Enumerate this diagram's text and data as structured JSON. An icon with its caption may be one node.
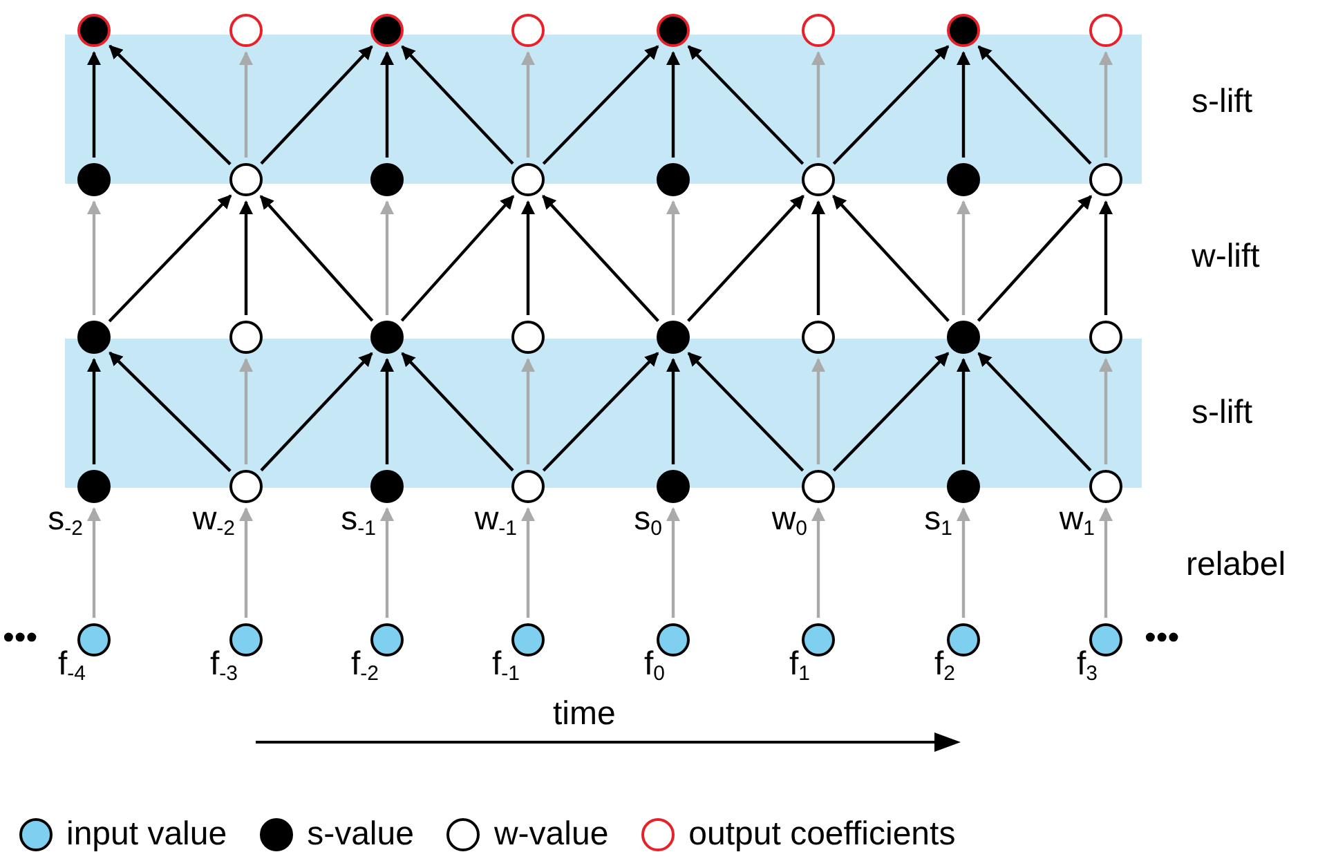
{
  "diagram": {
    "nodes": [
      {
        "text": [],
        "shape": "circle"
      },
      {
        "text": [],
        "shape": "circle"
      },
      {
        "text": [],
        "shape": "circle"
      },
      {
        "text": [],
        "shape": "circle"
      },
      {
        "text": [],
        "shape": "circle"
      },
      {
        "text": [],
        "shape": "circle"
      },
      {
        "text": [],
        "shape": "circle"
      },
      {
        "text": [],
        "shape": "circle"
      },
      {
        "text": [],
        "shape": "circle"
      },
      {
        "text": [],
        "shape": "circle"
      },
      {
        "text": [],
        "shape": "circle"
      },
      {
        "text": [],
        "shape": "circle"
      },
      {
        "text": [],
        "shape": "circle"
      },
      {
        "text": [],
        "shape": "circle"
      },
      {
        "text": [],
        "shape": "circle"
      },
      {
        "text": [],
        "shape": "circle"
      },
      {
        "text": [],
        "shape": "circle"
      },
      {
        "text": [],
        "shape": "circle"
      },
      {
        "text": [],
        "shape": "circle"
      },
      {
        "text": [],
        "shape": "circle"
      },
      {
        "text": [],
        "shape": "circle"
      },
      {
        "text": [],
        "shape": "circle"
      },
      {
        "text": [],
        "shape": "circle"
      },
      {
        "text": [],
        "shape": "circle"
      },
      {
        "text": [],
        "shape": "circle",
        "beside": [
          "s$_{-2}$"
        ]
      },
      {
        "text": [],
        "shape": "circle",
        "beside": [
          "w$_{-2}$"
        ]
      },
      {
        "text": [],
        "shape": "circle",
        "beside": [
          "s$_{-1}$"
        ]
      },
      {
        "text": [],
        "shape": "circle",
        "beside": [
          "w$_{-1}$"
        ]
      },
      {
        "text": [],
        "shape": "circle",
        "beside": [
          "s$_{0}$"
        ]
      },
      {
        "text": [],
        "shape": "circle",
        "beside": [
          "w$_{0}$"
        ]
      },
      {
        "text": [],
        "shape": "circle",
        "beside": [
          "s$_{1}$"
        ]
      },
      {
        "text": [],
        "shape": "circle",
        "beside": [
          "w$_{1}$"
        ]
      },
      {
        "text": [],
        "shape": "circle",
        "beside": [
          "f$_{-4}$"
        ]
      },
      {
        "text": [],
        "shape": "circle",
        "beside": [
          "f$_{-3}$"
        ]
      },
      {
        "text": [],
        "shape": "circle",
        "beside": [
          "f$_{-2}$"
        ]
      },
      {
        "text": [],
        "shape": "circle",
        "beside": [
          "f$_{-1}$"
        ]
      },
      {
        "text": [],
        "shape": "circle",
        "beside": [
          "f$_{0}$"
        ]
      },
      {
        "text": [],
        "shape": "circle",
        "beside": [
          "f$_{1}$"
        ]
      },
      {
        "text": [],
        "shape": "circle",
        "beside": [
          "f$_{2}$"
        ]
      },
      {
        "text": [],
        "shape": "circle",
        "beside": [
          "f$_{3}$"
        ]
      }
    ],
    "edges": [
      {
        "from": 32,
        "to": 24,
        "arrow": "to",
        "color": "#aaaaaa"
      },
      {
        "from": 33,
        "to": 25,
        "arrow": "to",
        "color": "#aaaaaa"
      },
      {
        "from": 34,
        "to": 26,
        "arrow": "to",
        "color": "#aaaaaa"
      },
      {
        "from": 35,
        "to": 27,
        "arrow": "to",
        "color": "#aaaaaa"
      },
      {
        "from": 36,
        "to": 28,
        "arrow": "to",
        "color": "#aaaaaa"
      },
      {
        "from": 37,
        "to": 29,
        "arrow": "to",
        "color": "#aaaaaa"
      },
      {
        "from": 38,
        "to": 30,
        "arrow": "to",
        "color": "#aaaaaa"
      },
      {
        "from": 39,
        "to": 31,
        "arrow": "to",
        "color": "#aaaaaa"
      },
      {
        "from": 24,
        "to": 16,
        "arrow": "to"
      },
      {
        "from": 25,
        "to": 17,
        "arrow": "to",
        "color": "#aaaaaa"
      },
      {
        "from": 26,
        "to": 18,
        "arrow": "to"
      },
      {
        "from": 27,
        "to": 19,
        "arrow": "to",
        "color": "#aaaaaa"
      },
      {
        "from": 28,
        "to": 20,
        "arrow": "to"
      },
      {
        "from": 29,
        "to": 21,
        "arrow": "to",
        "color": "#aaaaaa"
      },
      {
        "from": 30,
        "to": 22,
        "arrow": "to"
      },
      {
        "from": 31,
        "to": 23,
        "arrow": "to",
        "color": "#aaaaaa"
      },
      {
        "from": 25,
        "to": 16,
        "arrow": "to"
      },
      {
        "from": 25,
        "to": 18,
        "arrow": "to"
      },
      {
        "from": 27,
        "to": 18,
        "arrow": "to"
      },
      {
        "from": 27,
        "to": 20,
        "arrow": "to"
      },
      {
        "from": 29,
        "to": 20,
        "arrow": "to"
      },
      {
        "from": 29,
        "to": 22,
        "arrow": "to"
      },
      {
        "from": 31,
        "to": 22,
        "arrow": "to"
      },
      {
        "from": 16,
        "to": 8,
        "arrow": "to",
        "color": "#aaaaaa"
      },
      {
        "from": 17,
        "to": 9,
        "arrow": "to"
      },
      {
        "from": 18,
        "to": 10,
        "arrow": "to",
        "color": "#aaaaaa"
      },
      {
        "from": 19,
        "to": 11,
        "arrow": "to"
      },
      {
        "from": 20,
        "to": 12,
        "arrow": "to",
        "color": "#aaaaaa"
      },
      {
        "from": 21,
        "to": 13,
        "arrow": "to"
      },
      {
        "from": 22,
        "to": 14,
        "arrow": "to",
        "color": "#aaaaaa"
      },
      {
        "from": 23,
        "to": 15,
        "arrow": "to"
      },
      {
        "from": 16,
        "to": 9,
        "arrow": "to"
      },
      {
        "from": 18,
        "to": 9,
        "arrow": "to"
      },
      {
        "from": 18,
        "to": 11,
        "arrow": "to"
      },
      {
        "from": 20,
        "to": 11,
        "arrow": "to"
      },
      {
        "from": 20,
        "to": 13,
        "arrow": "to"
      },
      {
        "from": 22,
        "to": 13,
        "arrow": "to"
      },
      {
        "from": 22,
        "to": 15,
        "arrow": "to"
      },
      {
        "from": 8,
        "to": 0,
        "arrow": "to"
      },
      {
        "from": 9,
        "to": 1,
        "arrow": "to",
        "color": "#aaaaaa"
      },
      {
        "from": 10,
        "to": 2,
        "arrow": "to"
      },
      {
        "from": 11,
        "to": 3,
        "arrow": "to",
        "color": "#aaaaaa"
      },
      {
        "from": 12,
        "to": 4,
        "arrow": "to"
      },
      {
        "from": 13,
        "to": 5,
        "arrow": "to",
        "color": "#aaaaaa"
      },
      {
        "from": 14,
        "to": 6,
        "arrow": "to"
      },
      {
        "from": 15,
        "to": 7,
        "arrow": "to",
        "color": "#aaaaaa"
      },
      {
        "from": 9,
        "to": 0,
        "arrow": "to"
      },
      {
        "from": 9,
        "to": 2,
        "arrow": "to"
      },
      {
        "from": 11,
        "to": 2,
        "arrow": "to"
      },
      {
        "from": 11,
        "to": 4,
        "arrow": "to"
      },
      {
        "from": 13,
        "to": 4,
        "arrow": "to"
      },
      {
        "from": 13,
        "to": 6,
        "arrow": "to"
      },
      {
        "from": 15,
        "to": 6,
        "arrow": "to"
      }
    ],
    "labels": [
      "s-lift",
      "w-lift",
      "s-lift",
      "relabel",
      "•••",
      "•••",
      "time"
    ],
    "legend": [
      {
        "text": "input value",
        "color": "#7fd0f0"
      },
      {
        "text": "s-value",
        "color": "#000000"
      },
      {
        "text": "w-value",
        "color": "#ffffff"
      },
      {
        "text": "output coefficients"
      }
    ]
  }
}
